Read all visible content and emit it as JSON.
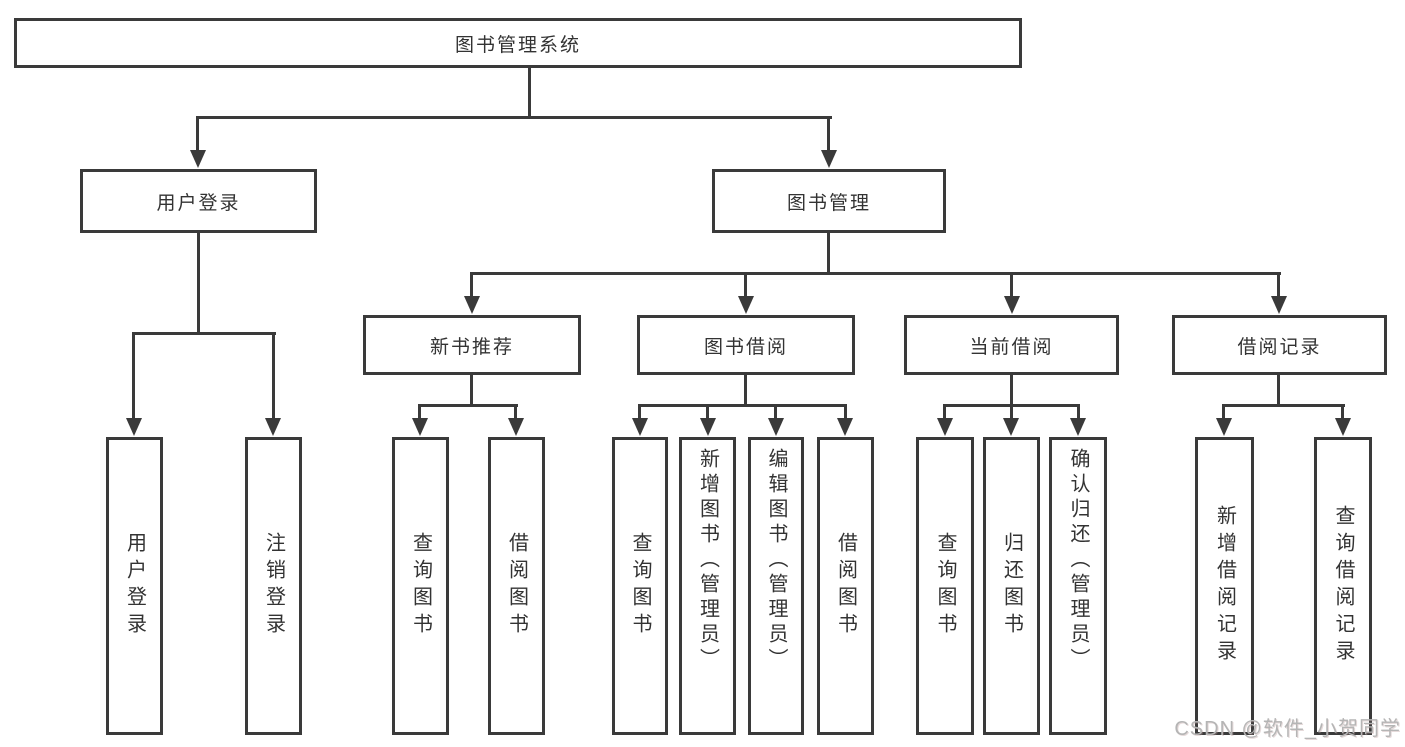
{
  "diagram_title": "图书管理系统",
  "nodes": {
    "root": {
      "label": "图书管理系统"
    },
    "user_login": {
      "label": "用户登录"
    },
    "book_mgmt": {
      "label": "图书管理"
    },
    "new_book_rec": {
      "label": "新书推荐"
    },
    "book_borrow": {
      "label": "图书借阅"
    },
    "current_borrow": {
      "label": "当前借阅"
    },
    "borrow_records": {
      "label": "借阅记录"
    },
    "leaf_user_login": {
      "label": "用户登录"
    },
    "leaf_logout": {
      "label": "注销登录"
    },
    "leaf_query_book_rec": {
      "label": "查询图书"
    },
    "leaf_borrow_book_rec": {
      "label": "借阅图书"
    },
    "leaf_query_book_borrow": {
      "label": "查询图书"
    },
    "leaf_add_book_admin": {
      "label": "新增图书（管理员）"
    },
    "leaf_edit_book_admin": {
      "label": "编辑图书（管理员）"
    },
    "leaf_borrow_book_borrow": {
      "label": "借阅图书"
    },
    "leaf_query_book_current": {
      "label": "查询图书"
    },
    "leaf_return_book": {
      "label": "归还图书"
    },
    "leaf_confirm_return_admin": {
      "label": "确认归还（管理员）"
    },
    "leaf_add_borrow_record": {
      "label": "新增借阅记录"
    },
    "leaf_query_borrow_record": {
      "label": "查询借阅记录"
    }
  },
  "watermark": "CSDN @软件_小贺同学",
  "colors": {
    "line": "#3a3a3a",
    "box_border": "#3a3a3a",
    "text": "#333333",
    "background": "#ffffff",
    "watermark": "#b5b5b5"
  }
}
